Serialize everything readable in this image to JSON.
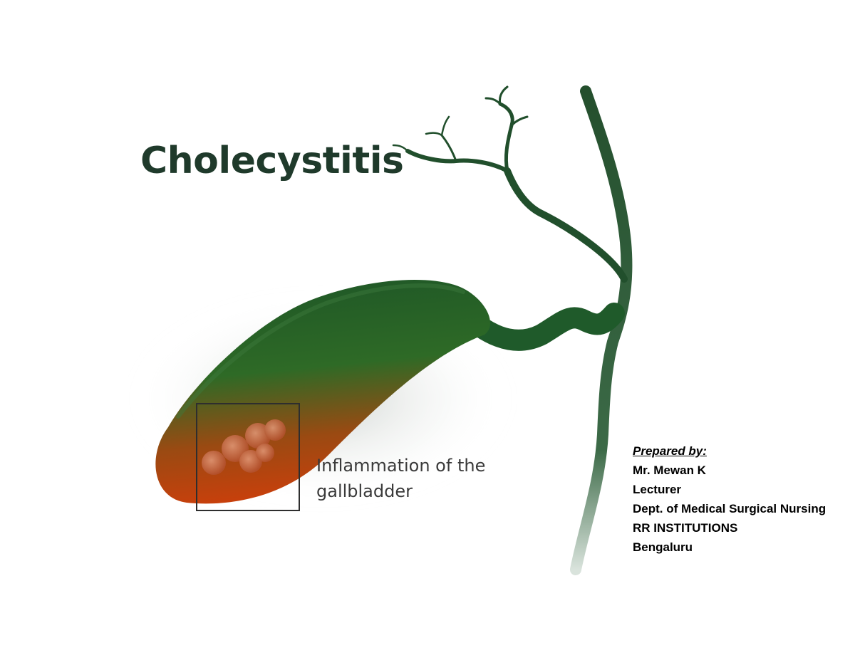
{
  "slide": {
    "title": "Cholecystitis",
    "caption": {
      "line1": "Inflammation of the",
      "line2": "gallbladder"
    },
    "credits": {
      "heading": "Prepared by:",
      "name": "Mr. Mewan K",
      "role": "Lecturer",
      "department": "Dept. of Medical Surgical Nursing",
      "institution": "RR INSTITUTIONS",
      "city": "Bengaluru"
    }
  },
  "colors": {
    "duct_green": "#1e4d2b",
    "gallbladder_green": "#1f5a2a",
    "inflammation_orange": "#c2400f",
    "title_text": "#1f3a2b",
    "caption_text": "#3a3a3a"
  },
  "icons": {
    "gallstones": "stone-cluster"
  }
}
